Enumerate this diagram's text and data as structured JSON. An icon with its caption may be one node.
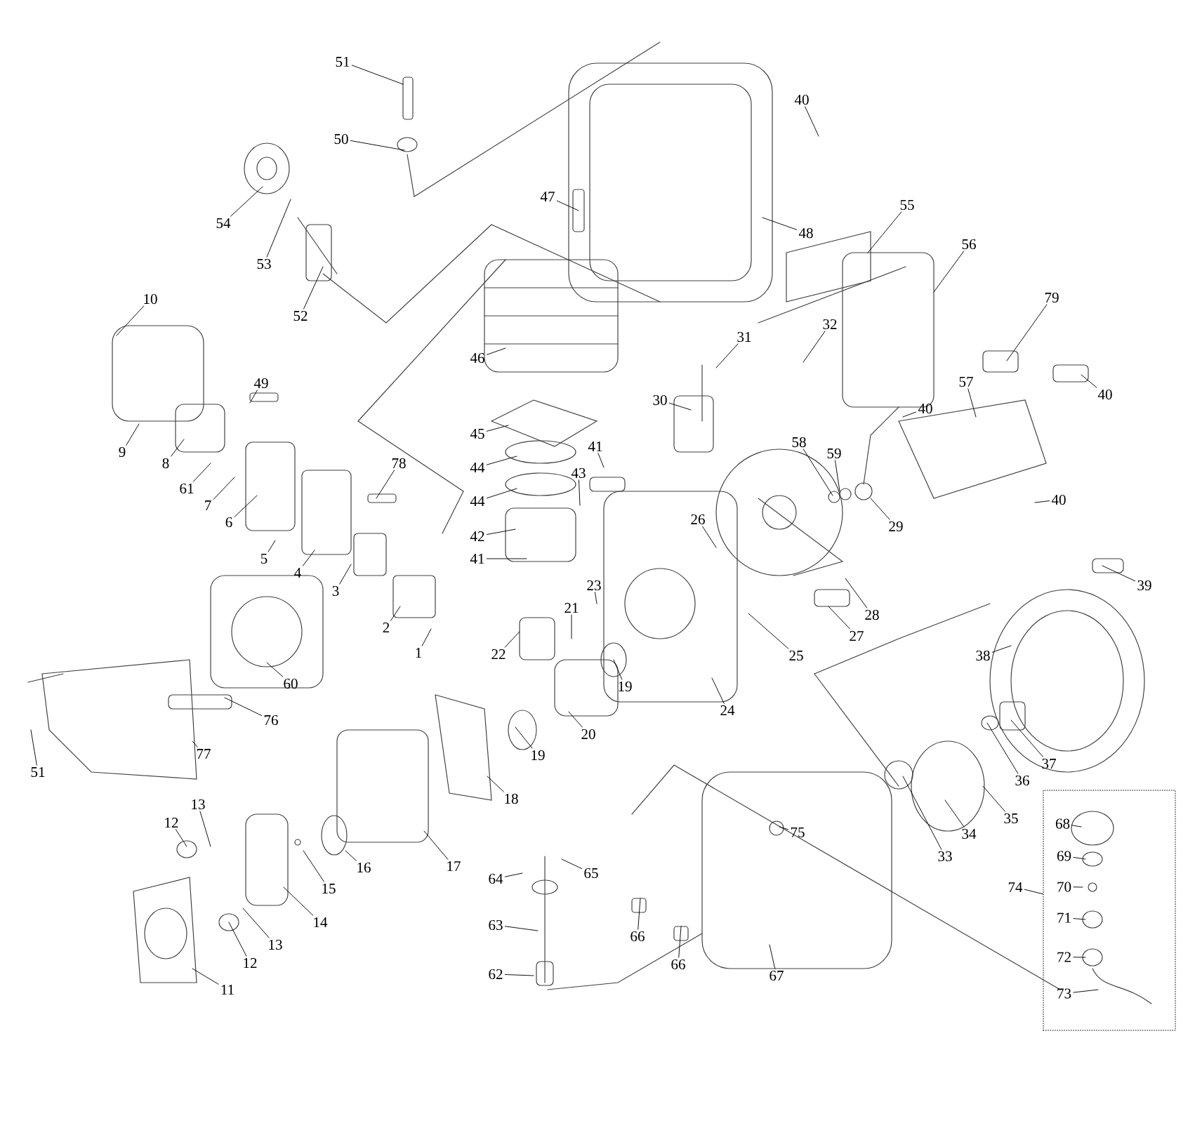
{
  "diagram": {
    "nodes": [
      {
        "text": [
          "51"
        ]
      },
      {
        "text": [
          "40"
        ]
      },
      {
        "text": [
          "50"
        ]
      },
      {
        "text": [
          "47"
        ]
      },
      {
        "text": [
          "55"
        ]
      },
      {
        "text": [
          "54"
        ]
      },
      {
        "text": [
          "48"
        ]
      },
      {
        "text": [
          "56"
        ]
      },
      {
        "text": [
          "53"
        ]
      },
      {
        "text": [
          "10"
        ]
      },
      {
        "text": [
          "79"
        ]
      },
      {
        "text": [
          "52"
        ]
      },
      {
        "text": [
          "32"
        ]
      },
      {
        "text": [
          "31"
        ]
      },
      {
        "text": [
          "46"
        ]
      },
      {
        "text": [
          "49"
        ]
      },
      {
        "text": [
          "57"
        ]
      },
      {
        "text": [
          "40"
        ]
      },
      {
        "text": [
          "30"
        ]
      },
      {
        "text": [
          "40"
        ]
      },
      {
        "text": [
          "45"
        ]
      },
      {
        "text": [
          "58"
        ]
      },
      {
        "text": [
          "41"
        ]
      },
      {
        "text": [
          "59"
        ]
      },
      {
        "text": [
          "9"
        ]
      },
      {
        "text": [
          "8"
        ]
      },
      {
        "text": [
          "78"
        ]
      },
      {
        "text": [
          "44"
        ]
      },
      {
        "text": [
          "43"
        ]
      },
      {
        "text": [
          "61"
        ]
      },
      {
        "text": [
          "40"
        ]
      },
      {
        "text": [
          "7"
        ]
      },
      {
        "text": [
          "44"
        ]
      },
      {
        "text": [
          "6"
        ]
      },
      {
        "text": [
          "26"
        ]
      },
      {
        "text": [
          "29"
        ]
      },
      {
        "text": [
          "42"
        ]
      },
      {
        "text": [
          "41"
        ]
      },
      {
        "text": [
          "5"
        ]
      },
      {
        "text": [
          "4"
        ]
      },
      {
        "text": [
          "39"
        ]
      },
      {
        "text": [
          "23"
        ]
      },
      {
        "text": [
          "3"
        ]
      },
      {
        "text": [
          "21"
        ]
      },
      {
        "text": [
          "28"
        ]
      },
      {
        "text": [
          "2"
        ]
      },
      {
        "text": [
          "27"
        ]
      },
      {
        "text": [
          "1"
        ]
      },
      {
        "text": [
          "22"
        ]
      },
      {
        "text": [
          "25"
        ]
      },
      {
        "text": [
          "38"
        ]
      },
      {
        "text": [
          "60"
        ]
      },
      {
        "text": [
          "19"
        ]
      },
      {
        "text": [
          "24"
        ]
      },
      {
        "text": [
          "76"
        ]
      },
      {
        "text": [
          "20"
        ]
      },
      {
        "text": [
          "77"
        ]
      },
      {
        "text": [
          "19"
        ]
      },
      {
        "text": [
          "37"
        ]
      },
      {
        "text": [
          "51"
        ]
      },
      {
        "text": [
          "36"
        ]
      },
      {
        "text": [
          "18"
        ]
      },
      {
        "text": [
          "13"
        ]
      },
      {
        "text": [
          "35"
        ]
      },
      {
        "text": [
          "12"
        ]
      },
      {
        "text": [
          "34"
        ]
      },
      {
        "text": [],
        "shape": "box"
      },
      {
        "text": [
          "68"
        ],
        "in": 66
      },
      {
        "text": [
          "75"
        ]
      },
      {
        "text": [
          "33"
        ]
      },
      {
        "text": [
          "69"
        ],
        "in": 66
      },
      {
        "text": [
          "16"
        ]
      },
      {
        "text": [
          "17"
        ]
      },
      {
        "text": [
          "65"
        ]
      },
      {
        "text": [
          "64"
        ]
      },
      {
        "text": [
          "15"
        ]
      },
      {
        "text": [
          "74"
        ]
      },
      {
        "text": [
          "70"
        ],
        "in": 66
      },
      {
        "text": [
          "14"
        ]
      },
      {
        "text": [
          "71"
        ],
        "in": 66
      },
      {
        "text": [
          "63"
        ]
      },
      {
        "text": [
          "66"
        ]
      },
      {
        "text": [
          "13"
        ]
      },
      {
        "text": [
          "72"
        ],
        "in": 66
      },
      {
        "text": [
          "12"
        ]
      },
      {
        "text": [
          "66"
        ]
      },
      {
        "text": [
          "62"
        ]
      },
      {
        "text": [
          "67"
        ]
      },
      {
        "text": [
          "11"
        ]
      },
      {
        "text": [
          "73"
        ],
        "in": 66
      }
    ],
    "edges": [
      {
        "from": 0,
        "to": null,
        "arrow": "none"
      },
      {
        "from": 1,
        "to": null,
        "arrow": "none"
      },
      {
        "from": 2,
        "to": null,
        "arrow": "none"
      },
      {
        "from": 3,
        "to": null,
        "arrow": "none"
      },
      {
        "from": 4,
        "to": null,
        "arrow": "none"
      },
      {
        "from": 5,
        "to": null,
        "arrow": "none"
      },
      {
        "from": 6,
        "to": null,
        "arrow": "none"
      },
      {
        "from": 7,
        "to": null,
        "arrow": "none"
      },
      {
        "from": 8,
        "to": null,
        "arrow": "none"
      },
      {
        "from": 9,
        "to": null,
        "arrow": "none"
      },
      {
        "from": 10,
        "to": null,
        "arrow": "none"
      },
      {
        "from": 11,
        "to": null,
        "arrow": "none"
      },
      {
        "from": 12,
        "to": null,
        "arrow": "none"
      },
      {
        "from": 13,
        "to": null,
        "arrow": "none"
      },
      {
        "from": 14,
        "to": null,
        "arrow": "none"
      },
      {
        "from": 15,
        "to": null,
        "arrow": "none"
      },
      {
        "from": 16,
        "to": null,
        "arrow": "none"
      },
      {
        "from": 17,
        "to": null,
        "arrow": "none"
      },
      {
        "from": 18,
        "to": null,
        "arrow": "none"
      },
      {
        "from": 19,
        "to": null,
        "arrow": "none"
      },
      {
        "from": 20,
        "to": null,
        "arrow": "none"
      },
      {
        "from": 21,
        "to": null,
        "arrow": "none"
      },
      {
        "from": 22,
        "to": null,
        "arrow": "none"
      },
      {
        "from": 23,
        "to": null,
        "arrow": "none"
      },
      {
        "from": 24,
        "to": null,
        "arrow": "none"
      },
      {
        "from": 25,
        "to": null,
        "arrow": "none"
      },
      {
        "from": 26,
        "to": null,
        "arrow": "none"
      },
      {
        "from": 27,
        "to": null,
        "arrow": "none"
      },
      {
        "from": 28,
        "to": null,
        "arrow": "none"
      },
      {
        "from": 29,
        "to": null,
        "arrow": "none"
      },
      {
        "from": 30,
        "to": null,
        "arrow": "none"
      },
      {
        "from": 31,
        "to": null,
        "arrow": "none"
      },
      {
        "from": 32,
        "to": null,
        "arrow": "none"
      },
      {
        "from": 33,
        "to": null,
        "arrow": "none"
      },
      {
        "from": 34,
        "to": null,
        "arrow": "none"
      },
      {
        "from": 35,
        "to": null,
        "arrow": "none"
      },
      {
        "from": 36,
        "to": null,
        "arrow": "none"
      },
      {
        "from": 37,
        "to": null,
        "arrow": "none"
      },
      {
        "from": 38,
        "to": null,
        "arrow": "none"
      },
      {
        "from": 39,
        "to": null,
        "arrow": "none"
      },
      {
        "from": 40,
        "to": null,
        "arrow": "none"
      },
      {
        "from": 41,
        "to": null,
        "arrow": "none"
      },
      {
        "from": 42,
        "to": null,
        "arrow": "none"
      },
      {
        "from": 43,
        "to": null,
        "arrow": "none"
      },
      {
        "from": 44,
        "to": null,
        "arrow": "none"
      },
      {
        "from": 45,
        "to": null,
        "arrow": "none"
      },
      {
        "from": 46,
        "to": null,
        "arrow": "none"
      },
      {
        "from": 47,
        "to": null,
        "arrow": "none"
      },
      {
        "from": 48,
        "to": null,
        "arrow": "none"
      },
      {
        "from": 49,
        "to": null,
        "arrow": "none"
      },
      {
        "from": 50,
        "to": null,
        "arrow": "none"
      },
      {
        "from": 51,
        "to": null,
        "arrow": "none"
      },
      {
        "from": 52,
        "to": null,
        "arrow": "none"
      },
      {
        "from": 53,
        "to": null,
        "arrow": "none"
      },
      {
        "from": 54,
        "to": null,
        "arrow": "none"
      },
      {
        "from": 55,
        "to": null,
        "arrow": "none"
      },
      {
        "from": 56,
        "to": null,
        "arrow": "none"
      },
      {
        "from": 57,
        "to": null,
        "arrow": "none"
      },
      {
        "from": 58,
        "to": null,
        "arrow": "none"
      },
      {
        "from": 59,
        "to": null,
        "arrow": "none"
      },
      {
        "from": 60,
        "to": null,
        "arrow": "none"
      },
      {
        "from": 61,
        "to": null,
        "arrow": "none"
      },
      {
        "from": 62,
        "to": null,
        "arrow": "none"
      },
      {
        "from": 63,
        "to": null,
        "arrow": "none"
      },
      {
        "from": 64,
        "to": null,
        "arrow": "none"
      },
      {
        "from": 65,
        "to": null,
        "arrow": "none"
      },
      {
        "from": 67,
        "to": null,
        "arrow": "none"
      },
      {
        "from": 68,
        "to": null,
        "arrow": "none"
      },
      {
        "from": 69,
        "to": null,
        "arrow": "none"
      },
      {
        "from": 70,
        "to": null,
        "arrow": "none"
      },
      {
        "from": 71,
        "to": null,
        "arrow": "none"
      },
      {
        "from": 72,
        "to": null,
        "arrow": "none"
      },
      {
        "from": 73,
        "to": null,
        "arrow": "none"
      },
      {
        "from": 74,
        "to": null,
        "arrow": "none"
      },
      {
        "from": 75,
        "to": null,
        "arrow": "none"
      },
      {
        "from": 76,
        "to": 66,
        "arrow": "none"
      },
      {
        "from": 77,
        "to": null,
        "arrow": "none"
      },
      {
        "from": 78,
        "to": null,
        "arrow": "none"
      },
      {
        "from": 79,
        "to": null,
        "arrow": "none"
      },
      {
        "from": 80,
        "to": null,
        "arrow": "none"
      },
      {
        "from": 81,
        "to": null,
        "arrow": "none"
      },
      {
        "from": 82,
        "to": null,
        "arrow": "none"
      },
      {
        "from": 83,
        "to": null,
        "arrow": "none"
      },
      {
        "from": 84,
        "to": null,
        "arrow": "none"
      },
      {
        "from": 85,
        "to": null,
        "arrow": "none"
      },
      {
        "from": 86,
        "to": null,
        "arrow": "none"
      },
      {
        "from": 87,
        "to": null,
        "arrow": "none"
      },
      {
        "from": 88,
        "to": null,
        "arrow": "none"
      },
      {
        "from": 89,
        "to": null,
        "arrow": "none"
      }
    ]
  }
}
